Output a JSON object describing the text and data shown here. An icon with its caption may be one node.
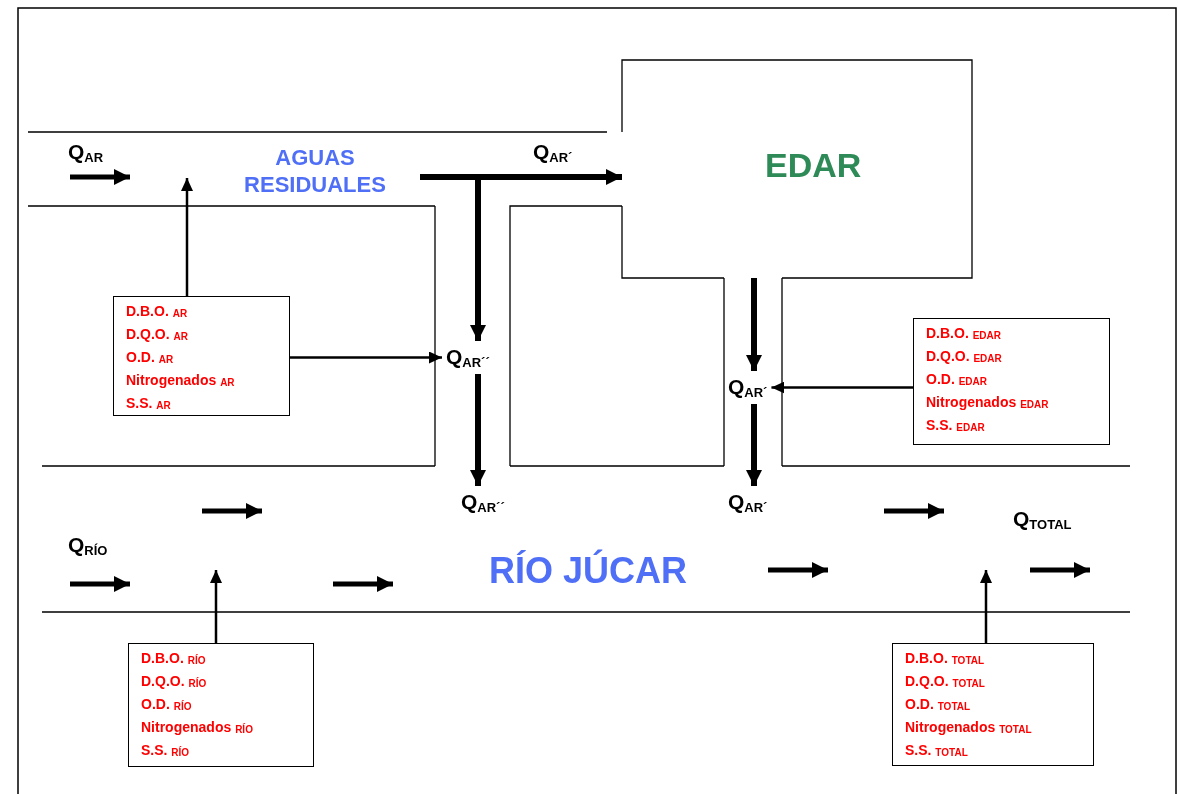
{
  "diagram": {
    "nodes": [
      {
        "text": [
          "AGUAS RESIDUALES"
        ]
      },
      {
        "text": [
          "EDAR"
        ]
      },
      {
        "text": [
          "Q$_{AR´´}$"
        ]
      },
      {
        "text": [
          "D.B.O. $_{AR}$",
          "D.Q.O. $_{AR}$",
          "O.D. $_{AR}$",
          "Nitrogenados $_{AR}$",
          "S.S. $_{AR}$"
        ]
      },
      {
        "text": [
          "Q$_{AR´}$"
        ]
      },
      {
        "text": [
          "D.B.O. $_{EDAR}$",
          "D.Q.O. $_{EDAR}$",
          "O.D. $_{EDAR}$",
          "Nitrogenados $_{EDAR}$",
          "S.S. $_{EDAR}$"
        ]
      },
      {
        "text": [
          "RÍO JÚCAR"
        ]
      },
      {
        "text": [
          "Q$_{AR´´}$"
        ],
        "in": 6
      },
      {
        "text": [
          "Q$_{AR´}$"
        ],
        "in": 6
      },
      {
        "text": [
          "D.B.O. $_{RÍO}$",
          "D.Q.O. $_{RÍO}$",
          "O.D. $_{RÍO}$",
          "Nitrogenados $_{RÍO}$",
          "S.S. $_{RÍO}$"
        ]
      },
      {
        "text": [
          "D.B.O. $_{TOTAL}$",
          "D.Q.O. $_{TOTAL}$",
          "O.D. $_{TOTAL}$",
          "Nitrogenados $_{TOTAL}$",
          "S.S. $_{TOTAL}$"
        ]
      }
    ],
    "edges": [
      {
        "from": 3,
        "to": 0,
        "arrow": "to"
      },
      {
        "from": 0,
        "to": 1,
        "arrow": "to",
        "label": "Q$_{AR´}$",
        "style": "thick"
      },
      {
        "from": 0,
        "to": 2,
        "arrow": "to",
        "style": "thick"
      },
      {
        "from": 3,
        "to": 2,
        "arrow": "to"
      },
      {
        "from": 2,
        "to": 7,
        "arrow": "to",
        "style": "thick"
      },
      {
        "from": 1,
        "to": 4,
        "arrow": "to",
        "style": "thick"
      },
      {
        "from": 5,
        "to": 4,
        "arrow": "to"
      },
      {
        "from": 4,
        "to": 8,
        "arrow": "to",
        "style": "thick"
      },
      {
        "from": 9,
        "to": 6,
        "arrow": "to"
      },
      {
        "from": 10,
        "to": 6,
        "arrow": "to"
      }
    ],
    "labels": [
      "Q$_{AR}$",
      "Q$_{RÍO}$",
      "Q$_{TOTAL}$"
    ]
  }
}
